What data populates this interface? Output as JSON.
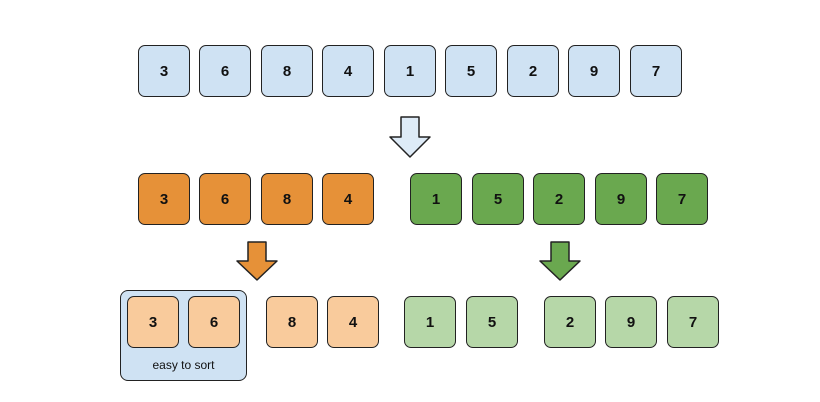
{
  "rows": {
    "original": [
      "3",
      "6",
      "8",
      "4",
      "1",
      "5",
      "2",
      "9",
      "7"
    ],
    "split_left": [
      "3",
      "6",
      "8",
      "4"
    ],
    "split_right": [
      "1",
      "5",
      "2",
      "9",
      "7"
    ],
    "bottom_left": [
      "3",
      "6",
      "8",
      "4"
    ],
    "bottom_right": [
      "1",
      "5",
      "2",
      "9",
      "7"
    ]
  },
  "group_label": "easy to sort",
  "colors": {
    "top_fill": "#cfe2f3",
    "orange_fill": "#e69138",
    "green_fill": "#6aa84f",
    "light_orange_fill": "#f9cb9c",
    "light_green_fill": "#b6d7a8",
    "group_fill": "#cfe2f3"
  }
}
